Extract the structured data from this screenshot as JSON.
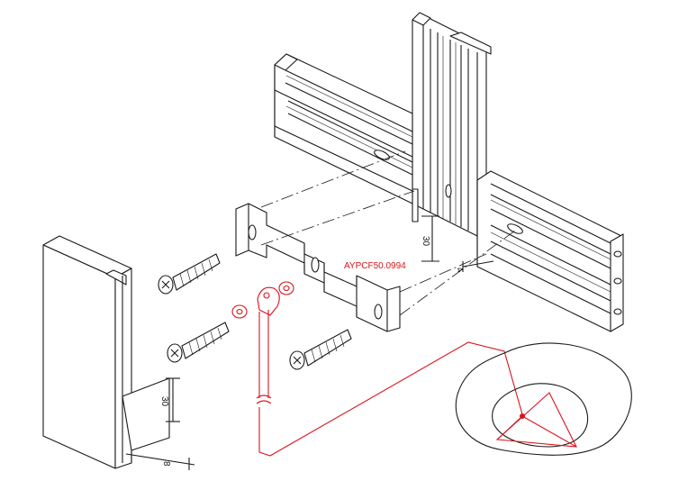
{
  "labels": {
    "part_code": "AYPCF50.0994",
    "dim_30_bracket": "30",
    "dim_30_cover": "30",
    "dim_4": "4",
    "dim_8": "8"
  },
  "colors": {
    "line": "#1a1a1a",
    "accent": "#d9141c",
    "background": "#ffffff"
  }
}
